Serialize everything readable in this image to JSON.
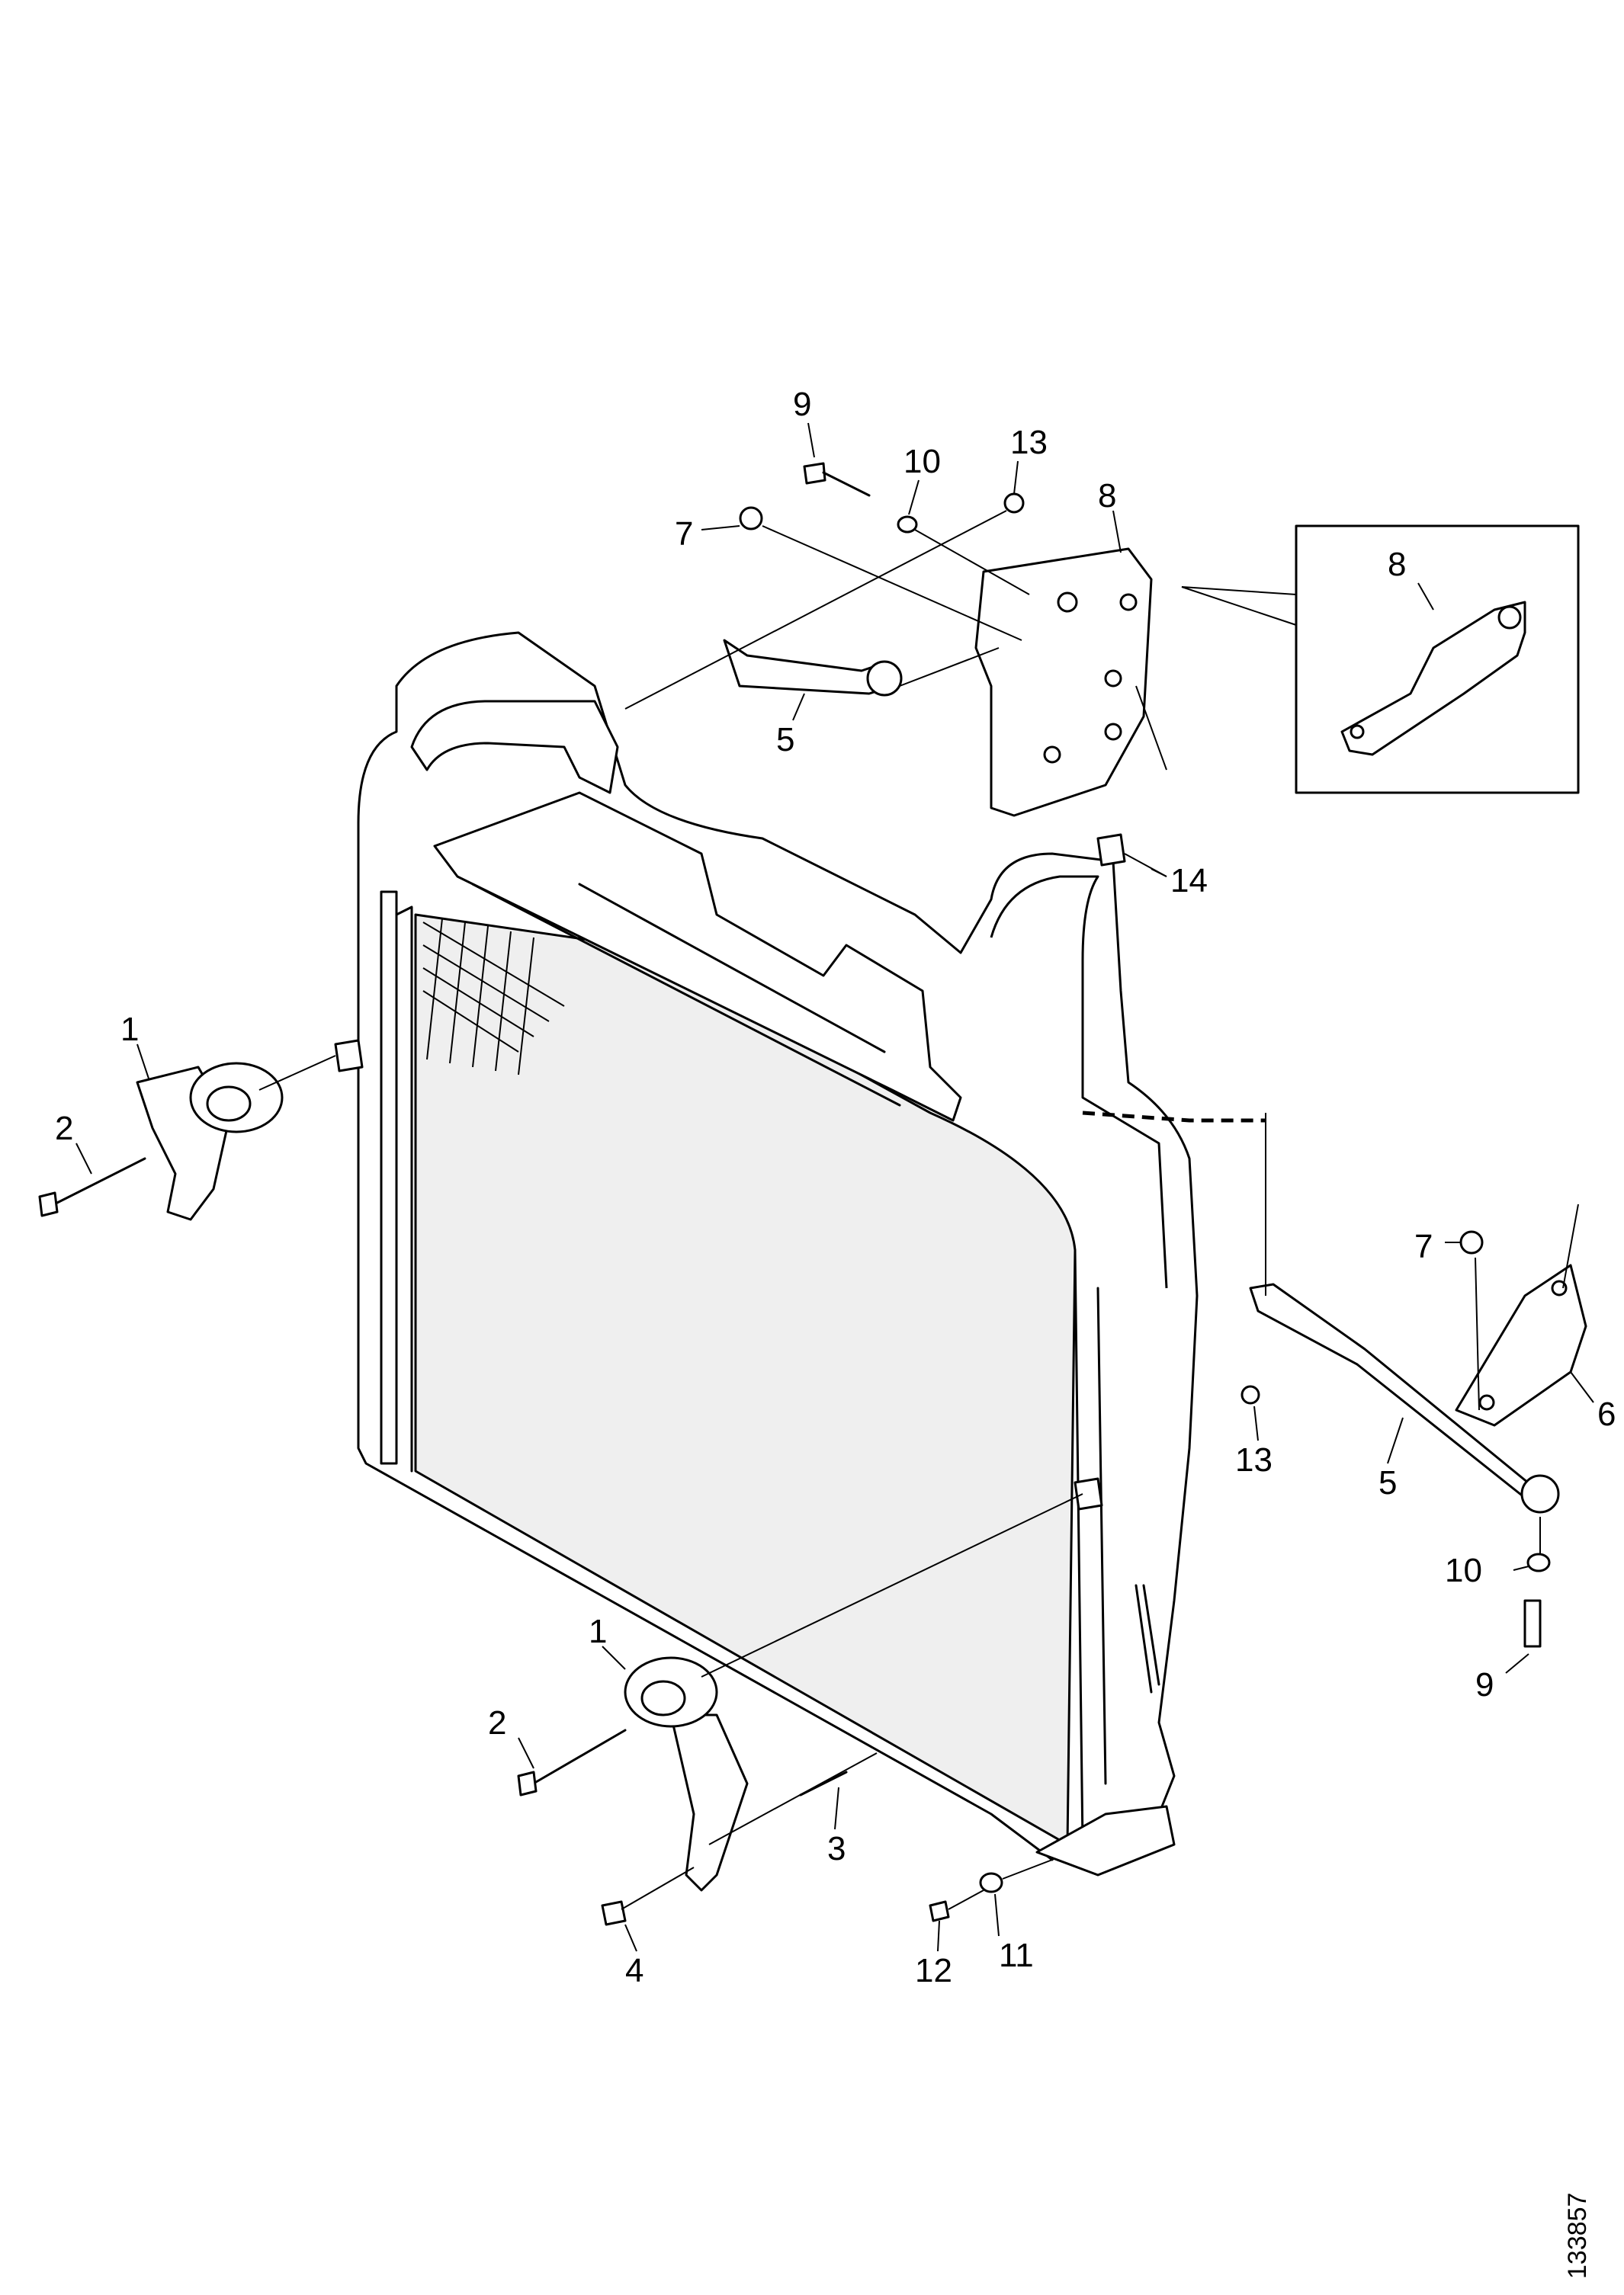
{
  "callouts": {
    "c1_upper": "1",
    "c1_lower": "1",
    "c2_upper": "2",
    "c2_lower": "2",
    "c3": "3",
    "c4": "4",
    "c5_upper": "5",
    "c5_lower": "5",
    "c6": "6",
    "c7_upper": "7",
    "c7_lower": "7",
    "c8_main": "8",
    "c8_inset": "8",
    "c9_upper": "9",
    "c9_lower": "9",
    "c10_upper": "10",
    "c10_lower": "10",
    "c11": "11",
    "c12": "12",
    "c13_upper": "13",
    "c13_lower": "13",
    "c14": "14"
  },
  "drawing_number": "133857"
}
